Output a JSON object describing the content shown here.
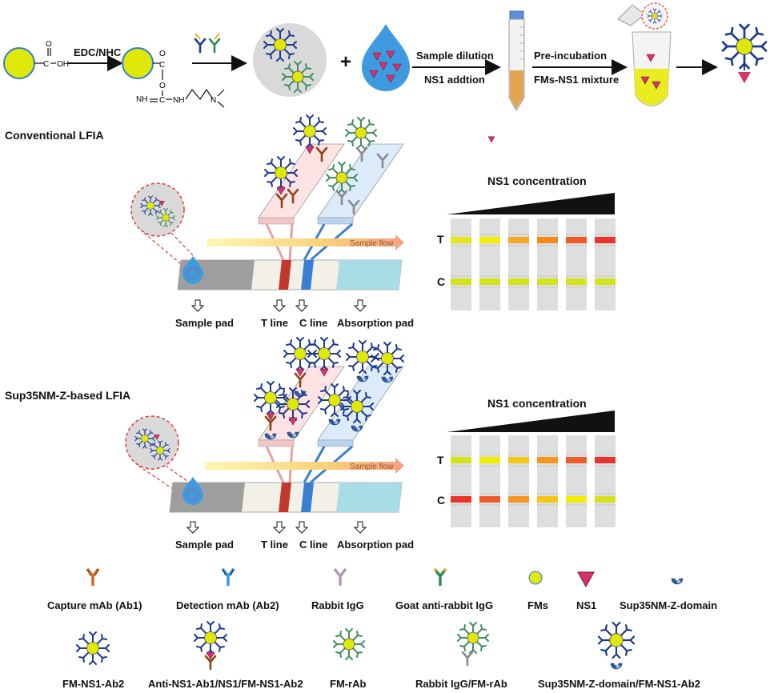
{
  "top_row": {
    "cooh_o": "O",
    "cooh_c": "C",
    "cooh_oh": "OH",
    "step1": "EDC/NHC",
    "ester_o1": "O",
    "ester_c": "C",
    "ester_o2": "O",
    "urea_nh": "NH",
    "urea_c": "C",
    "urea_nh2": "NH",
    "amine_n": "N",
    "plus": "+",
    "step2_top": "Sample dilution",
    "step2_bottom": "NS1 addtion",
    "step3_top": "Pre-incubation",
    "step3_bottom": "FMs-NS1 mixture"
  },
  "conventional": {
    "title": "Conventional LFIA",
    "flow_label": "Sample flow",
    "conc_title": "NS1 concentration",
    "t": "T",
    "c": "C",
    "pads": [
      "Sample pad",
      "T line",
      "C line",
      "Absorption pad"
    ],
    "t_colors": [
      "#e6e61a",
      "#f2ee00",
      "#f5a623",
      "#f28a1a",
      "#ef5a2a",
      "#e8352b"
    ],
    "c_colors": [
      "#d4e21a",
      "#d4e21a",
      "#d4e21a",
      "#d4e21a",
      "#d4e21a",
      "#d4e21a"
    ]
  },
  "sup35": {
    "title": "Sup35NM-Z-based LFIA",
    "flow_label": "Sample flow",
    "conc_title": "NS1 concentration",
    "t": "T",
    "c": "C",
    "pads": [
      "Sample pad",
      "T line",
      "C line",
      "Absorption pad"
    ],
    "t_colors": [
      "#d4e21a",
      "#f2ee00",
      "#f5c518",
      "#f5961e",
      "#ef5a2a",
      "#e8352b"
    ],
    "c_colors": [
      "#e8352b",
      "#ef5a2a",
      "#f5961e",
      "#f5c518",
      "#f2ee00",
      "#d4e21a"
    ]
  },
  "legend": {
    "row1": [
      "Capture mAb (Ab1)",
      "Detection mAb (Ab2)",
      "Rabbit IgG",
      "Goat anti-rabbit IgG",
      "FMs",
      "NS1",
      "Sup35NM-Z-domain"
    ],
    "row2": [
      "FM-NS1-Ab2",
      "Anti-NS1-Ab1/NS1/FM-NS1-Ab2",
      "FM-rAb",
      "Rabbit IgG/FM-rAb",
      "Sup35NM-Z-domain/FM-NS1-Ab2"
    ]
  },
  "colors": {
    "fm": "#e0e80a",
    "ns1": "#d6336c",
    "ab1": "#8b4513",
    "ab2": "#1e3a8a",
    "rabbit": "#8a8a8a",
    "goat": "#2e8b57",
    "sup35": "#2f5aa8",
    "t_line": "#c0392b",
    "c_line": "#3a7fd1"
  }
}
